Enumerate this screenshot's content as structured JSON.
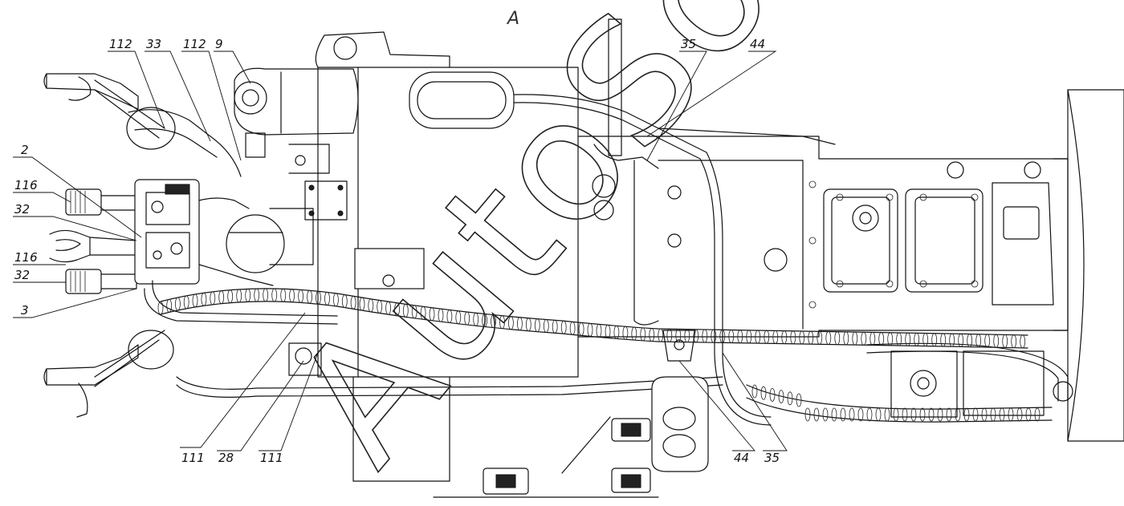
{
  "view_label": "A",
  "watermark": "AutoSoft",
  "callouts": [
    {
      "id": "c-112a",
      "text": "112"
    },
    {
      "id": "c-33",
      "text": "33"
    },
    {
      "id": "c-112b",
      "text": "112"
    },
    {
      "id": "c-9",
      "text": "9"
    },
    {
      "id": "c-35a",
      "text": "35"
    },
    {
      "id": "c-44a",
      "text": "44"
    },
    {
      "id": "c-2",
      "text": "2"
    },
    {
      "id": "c-116a",
      "text": "116"
    },
    {
      "id": "c-32a",
      "text": "32"
    },
    {
      "id": "c-116b",
      "text": "116"
    },
    {
      "id": "c-32b",
      "text": "32"
    },
    {
      "id": "c-3",
      "text": "3"
    },
    {
      "id": "c-111a",
      "text": "111"
    },
    {
      "id": "c-28",
      "text": "28"
    },
    {
      "id": "c-111b",
      "text": "111"
    },
    {
      "id": "c-44b",
      "text": "44"
    },
    {
      "id": "c-35b",
      "text": "35"
    }
  ]
}
